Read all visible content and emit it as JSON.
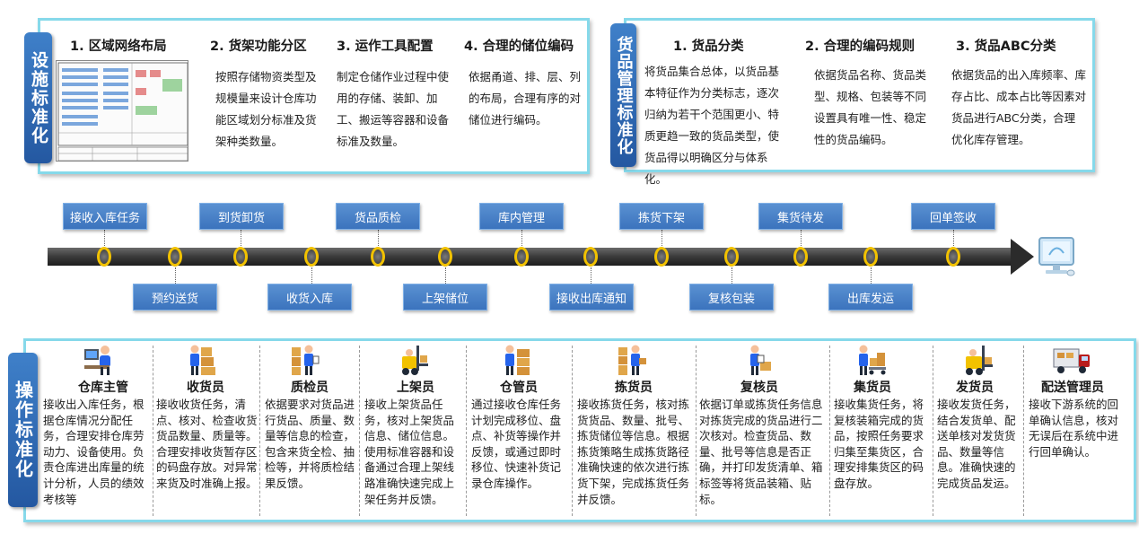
{
  "facility": {
    "tag": "设施标准化",
    "cols": [
      {
        "title": "1. 区域网络布局",
        "text": ""
      },
      {
        "title": "2. 货架功能分区",
        "text": "按照存储物资类型及规模量来设计仓库功能区域划分标准及货架种类数量。"
      },
      {
        "title": "3. 运作工具配置",
        "text": "制定仓储作业过程中使用的存储、装卸、加工、搬运等容器和设备标准及数量。"
      },
      {
        "title": "4. 合理的储位编码",
        "text": "依据甬道、排、层、列的布局，合理有序的对储位进行编码。"
      }
    ]
  },
  "goods": {
    "tag": "货品管理标准化",
    "cols": [
      {
        "title": "1. 货品分类",
        "text": "将货品集合总体，以货品基本特征作为分类标志，逐次归纳为若干个范围更小、特质更趋一致的货品类型，使货品得以明确区分与体系化。"
      },
      {
        "title": "2. 合理的编码规则",
        "text": "依据货品名称、货品类型、规格、包装等不同设置具有唯一性、稳定性的货品编码。"
      },
      {
        "title": "3. 货品ABC分类",
        "text": "依据货品的出入库频率、库存占比、成本占比等因素对货品进行ABC分类，合理优化库存管理。"
      }
    ]
  },
  "timeline": {
    "top": [
      "接收入库任务",
      "到货卸货",
      "货品质检",
      "库内管理",
      "拣货下架",
      "集货待发",
      "回单签收"
    ],
    "bottom": [
      "预约送货",
      "收货入库",
      "上架储位",
      "接收出库通知",
      "复核包装",
      "出库发运"
    ]
  },
  "operations": {
    "tag": "操作标准化",
    "roles": [
      {
        "role": "仓库主管",
        "icon": "computer-worker-icon",
        "desc": "接收出入库任务，根据仓库情况分配任务，合理安排仓库劳动力、设备使用。负责仓库进出库量的统计分析，人员的绩效考核等"
      },
      {
        "role": "收货员",
        "icon": "boxes-worker-icon",
        "desc": "接收收货任务，清点、核对、检查收货货品数量、质量等。合理安排收货暂存区的码盘存放。对异常来货及时准确上报。"
      },
      {
        "role": "质检员",
        "icon": "inspector-icon",
        "desc": "依据要求对货品进行货品、质量、数量等信息的检查，包含来货全检、抽检等，并将质检结果反馈。"
      },
      {
        "role": "上架员",
        "icon": "forklift-icon",
        "desc": "接收上架货品任务，核对上架货品信息、储位信息。使用标准容器和设备通过合理上架线路准确快速完成上架任务并反馈。"
      },
      {
        "role": "仓管员",
        "icon": "shelf-worker-icon",
        "desc": "通过接收仓库任务计划完成移位、盘点、补货等操作并反馈，或通过即时移位、快速补货记录仓库操作。"
      },
      {
        "role": "拣货员",
        "icon": "picker-icon",
        "desc": "接收拣货任务，核对拣货货品、数量、批号、拣货储位等信息。根据拣货策略生成拣货路径准确快速的依次进行拣货下架，完成拣货任务并反馈。"
      },
      {
        "role": "复核员",
        "icon": "checker-icon",
        "desc": "依据订单或拣货任务信息对拣货完成的货品进行二次核对。检查货品、数量、批号等信息是否正确，并打印发货清单、箱标签等将货品装箱、贴标。"
      },
      {
        "role": "集货员",
        "icon": "collector-icon",
        "desc": "接收集货任务，将复核装箱完成的货品，按照任务要求归集至集货区，合理安排集货区的码盘存放。"
      },
      {
        "role": "发货员",
        "icon": "dispatcher-icon",
        "desc": "接收发货任务，结合发货单、配送单核对发货货品、数量等信息。准确快速的完成货品发运。"
      },
      {
        "role": "配送管理员",
        "icon": "truck-icon",
        "desc": "接收下游系统的回单确认信息，核对无误后在系统中进行回单确认。"
      }
    ]
  },
  "colors": {
    "panel_border": "#86d9ea",
    "tag_blue": "#2f68b0",
    "step_blue": "#4a82c8",
    "node_ring": "#f2c200"
  }
}
